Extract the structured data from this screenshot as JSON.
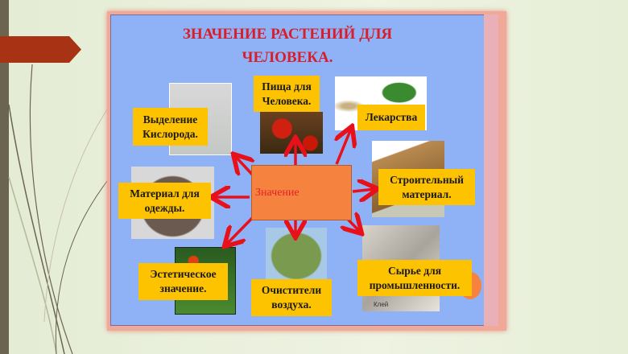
{
  "slide": {
    "title_line1": "ЗНАЧЕНИЕ РАСТЕНИЙ ДЛЯ",
    "title_line2": "ЧЕЛОВЕКА."
  },
  "center": {
    "label": "Значение"
  },
  "nodes": {
    "oxygen": {
      "line1": "Выделение",
      "line2": "Кислорода."
    },
    "food": {
      "line1": "Пища для",
      "line2": "Человека."
    },
    "medicine": {
      "line1": "Лекарства"
    },
    "building": {
      "line1": "Строительный",
      "line2": "материал."
    },
    "clothes": {
      "line1": "Материал для",
      "line2": "одежды."
    },
    "aesthetic": {
      "line1": "Эстетическое",
      "line2": "значение."
    },
    "air": {
      "line1": "Очистители",
      "line2": "воздуха."
    },
    "industry": {
      "line1": "Сырье для",
      "line2": "промышленности.",
      "image_caption": "Клей"
    }
  },
  "colors": {
    "title": "#d81e2a",
    "panel": "#8fb2f6",
    "label": "#fdc200",
    "center": "#f5823e",
    "arrow": "#e8101a",
    "accent": "#a83214"
  }
}
